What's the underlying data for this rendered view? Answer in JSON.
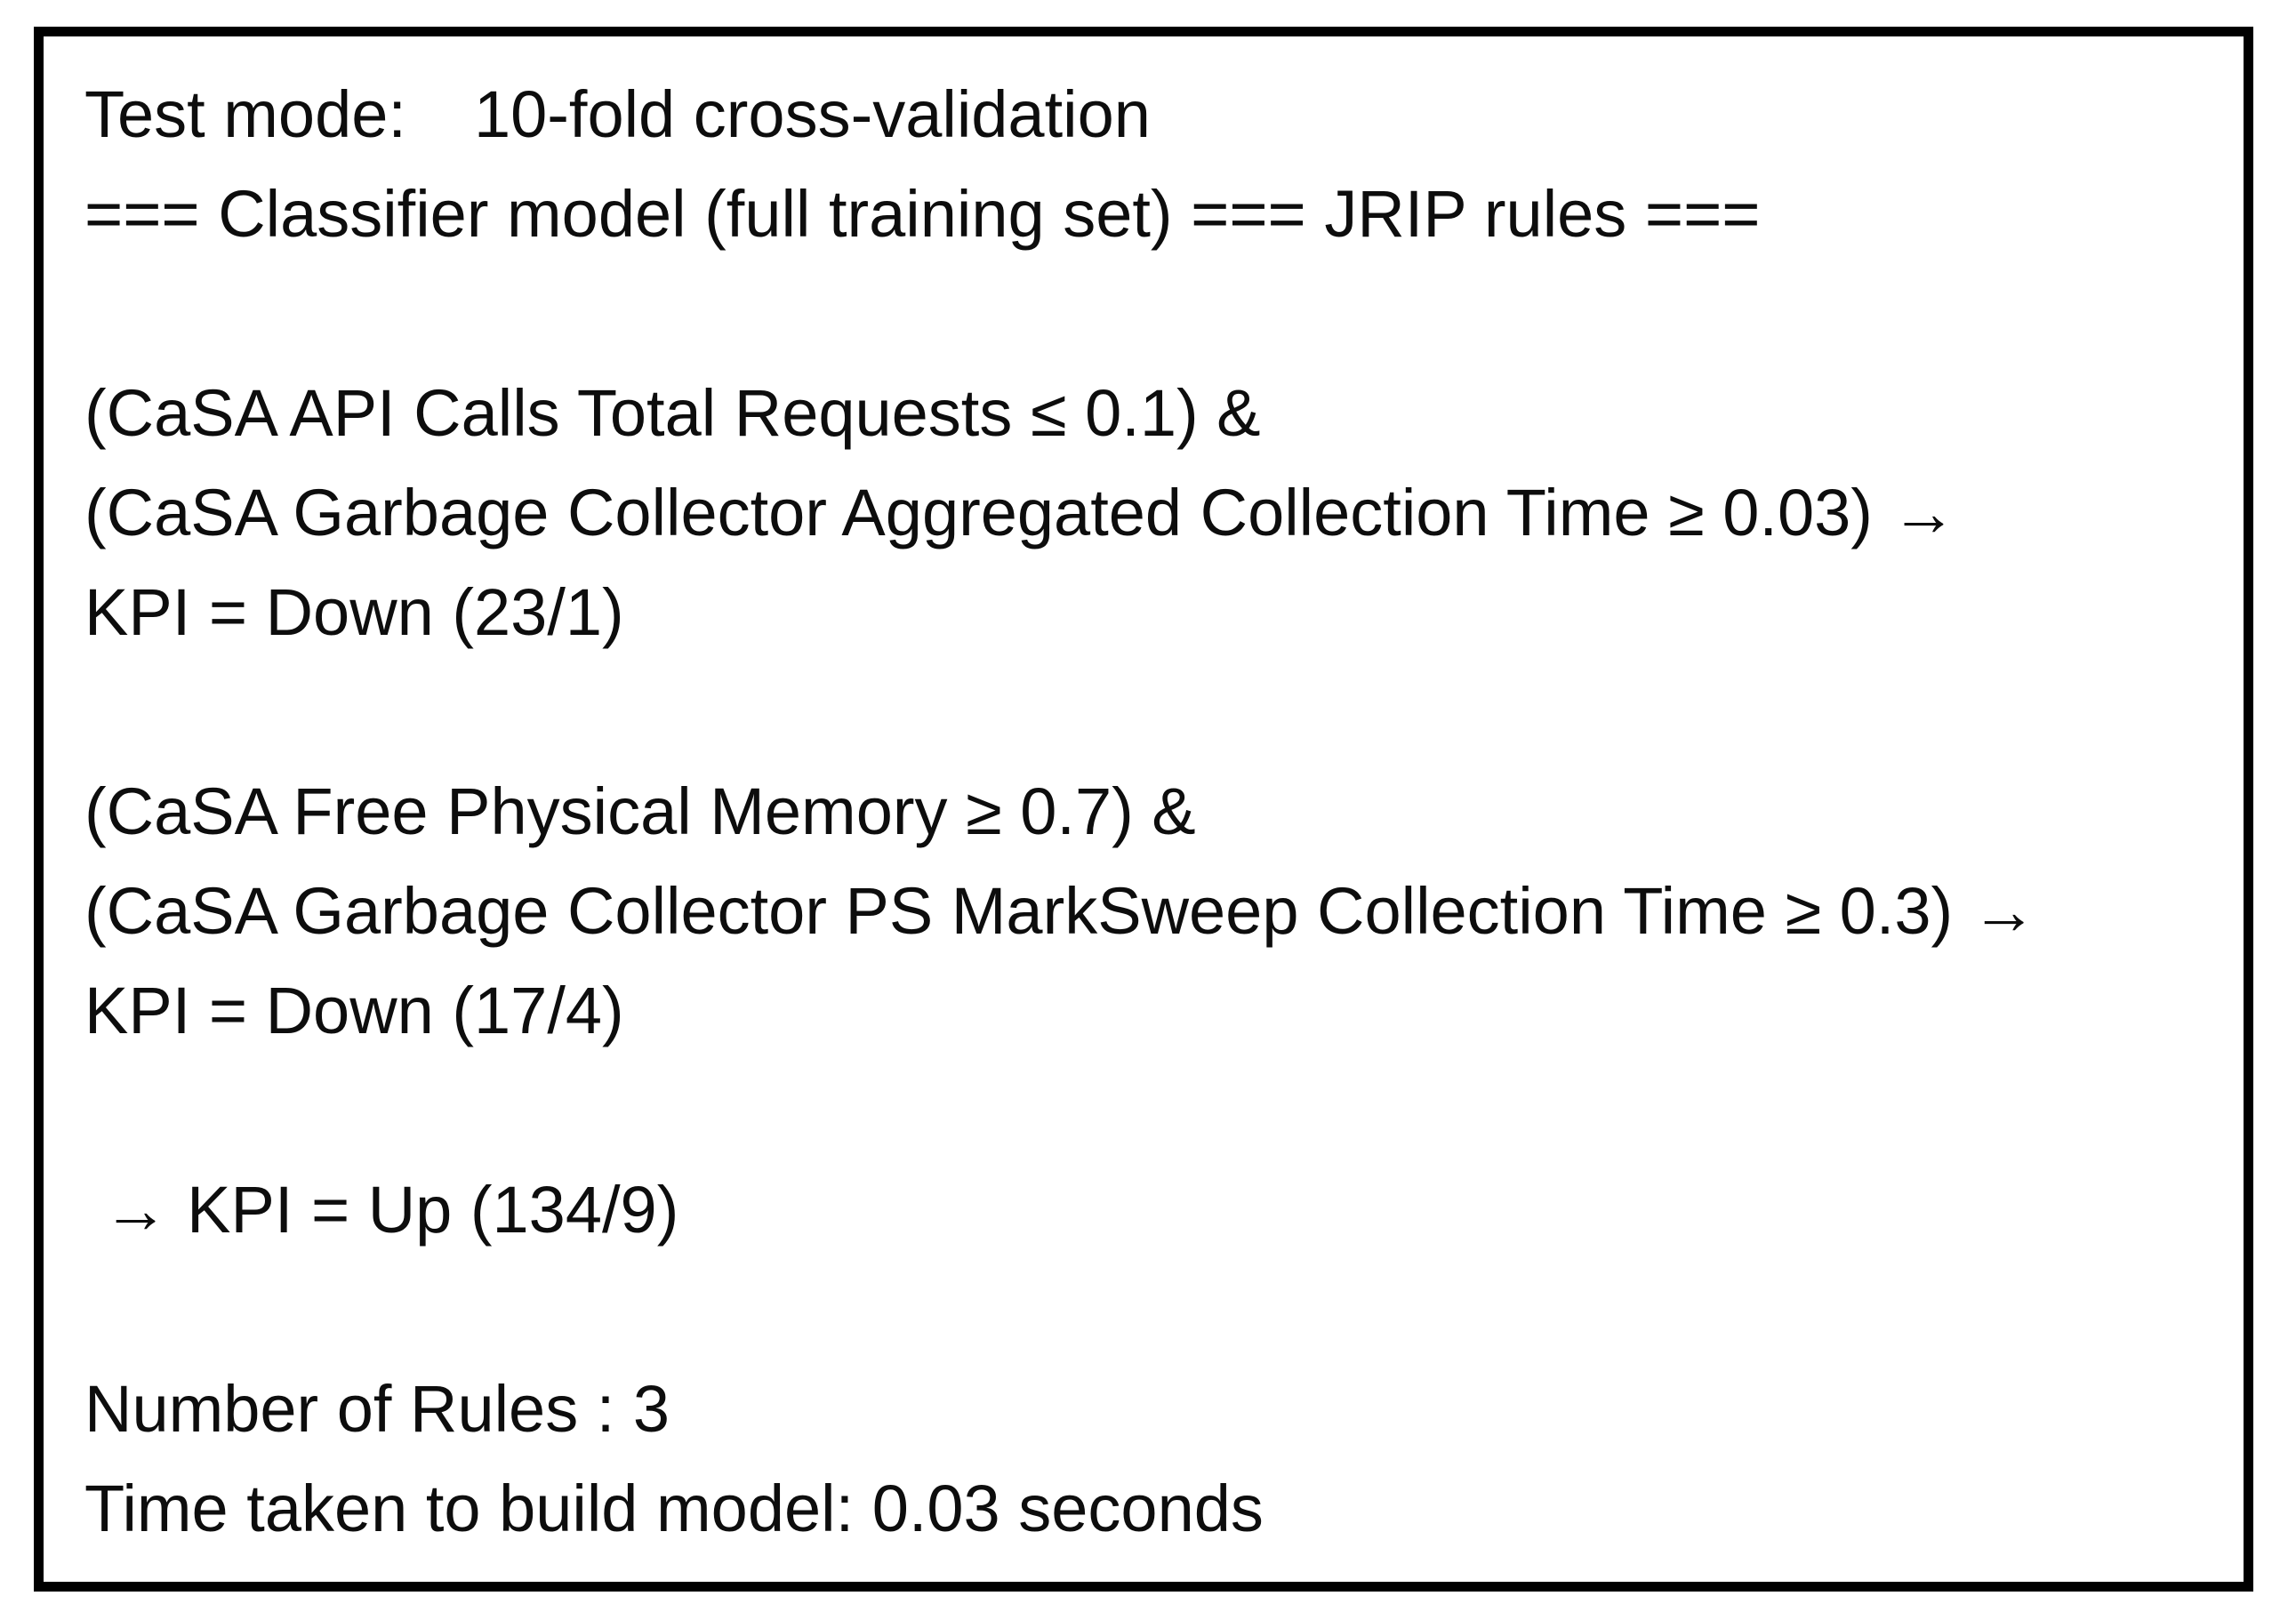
{
  "colors": {
    "background": "#ffffff",
    "border": "#000000",
    "text": "#0d0d0d"
  },
  "report": {
    "header": {
      "test_mode_label": "Test mode:",
      "test_mode_value": "10-fold cross-validation",
      "classifier_banner": "=== Classifier model (full training set) === JRIP rules ==="
    },
    "rules": [
      {
        "conditions": [
          "(CaSA API Calls Total Requests ≤ 0.1) &",
          "(CaSA Garbage Collector Aggregated Collection Time ≥ 0.03) →"
        ],
        "consequent": "KPI = Down (23/1)"
      },
      {
        "conditions": [
          "(CaSA Free Physical Memory ≥ 0.7) &",
          "(CaSA Garbage Collector PS MarkSweep Collection Time ≥ 0.3) →"
        ],
        "consequent": "KPI = Down (17/4)"
      },
      {
        "default_line": " → KPI = Up (134/9)"
      }
    ],
    "footer": {
      "rules_count_line": "Number of Rules : 3",
      "build_time_line": "Time taken to build model: 0.03 seconds"
    }
  }
}
